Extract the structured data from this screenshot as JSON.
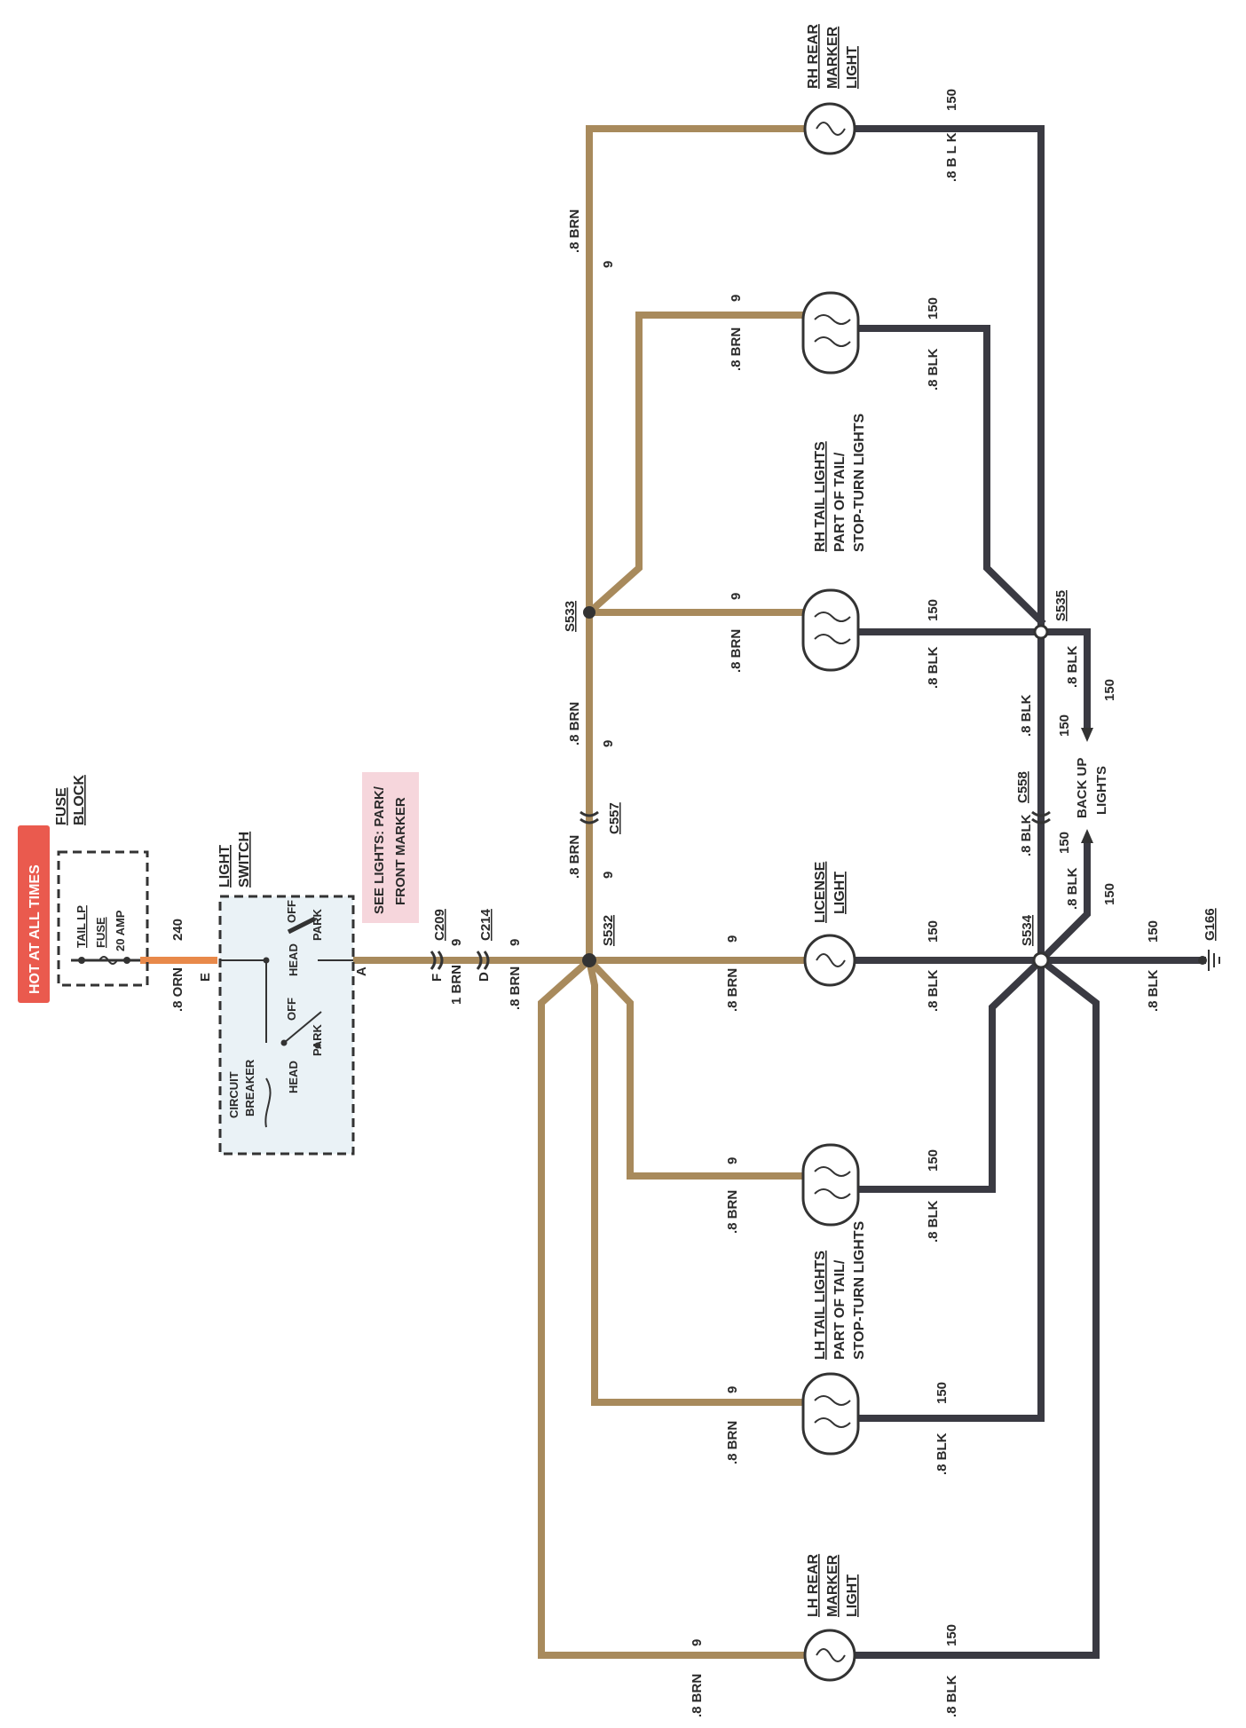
{
  "colors": {
    "brown_wire": "#a88a5c",
    "black_wire": "#3a3a42",
    "orange_wire": "#e8894a",
    "hot_banner": "#ea5a4e",
    "see_box": "#f6d6dc",
    "switch_fill": "#eaf2f6"
  },
  "hot_banner": "HOT AT ALL TIMES",
  "fuse_block": {
    "title_1": "FUSE",
    "title_2": "BLOCK",
    "fuse_1": "TAIL LP",
    "fuse_2": "FUSE",
    "fuse_3": "20 AMP"
  },
  "orange_wire": {
    "gauge": ".8 ORN",
    "circuit": "240",
    "pin": "E"
  },
  "light_switch": {
    "title_1": "LIGHT",
    "title_2": "SWITCH",
    "cb_1": "CIRCUIT",
    "cb_2": "BREAKER",
    "head": "HEAD",
    "off": "OFF",
    "park": "PARK",
    "head2": "HEAD",
    "off2": "OFF",
    "park2": "PARK",
    "pin": "A"
  },
  "see_lights": {
    "line_1": "SEE LIGHTS: PARK/",
    "line_2": "FRONT MARKER"
  },
  "connectors": {
    "c209": "C209",
    "c209_pin": "F",
    "c209_circuit": "9",
    "c209_gauge": "1 BRN",
    "c214": "C214",
    "c214_pin": "D",
    "c214_circuit": "9",
    "c214_gauge": ".8 BRN",
    "c557": "C557",
    "c558": "C558"
  },
  "splices": {
    "s532": "S532",
    "s533": "S533",
    "s534": "S534",
    "s535": "S535"
  },
  "ground": "G166",
  "lights": {
    "rh_marker": {
      "l1": "RH REAR",
      "l2": "MARKER",
      "l3": "LIGHT"
    },
    "rh_tail": {
      "l1": "RH TAIL LIGHTS",
      "l2": "PART OF TAIL/",
      "l3": "STOP-TURN LIGHTS"
    },
    "license": {
      "l1": "LICENSE",
      "l2": "LIGHT"
    },
    "lh_tail": {
      "l1": "LH TAIL LIGHTS",
      "l2": "PART OF TAIL/",
      "l3": "STOP-TURN LIGHTS"
    },
    "lh_marker": {
      "l1": "LH REAR",
      "l2": "MARKER",
      "l3": "LIGHT"
    }
  },
  "backup": {
    "l1": "BACK UP",
    "l2": "LIGHTS"
  },
  "wire_labels": {
    "brn_gauge": ".8 BRN",
    "brn_circuit": "9",
    "blk_gauge": ".8 BLK",
    "blk_circuit": "150",
    "rh_marker_blk": ".8 B L K"
  }
}
